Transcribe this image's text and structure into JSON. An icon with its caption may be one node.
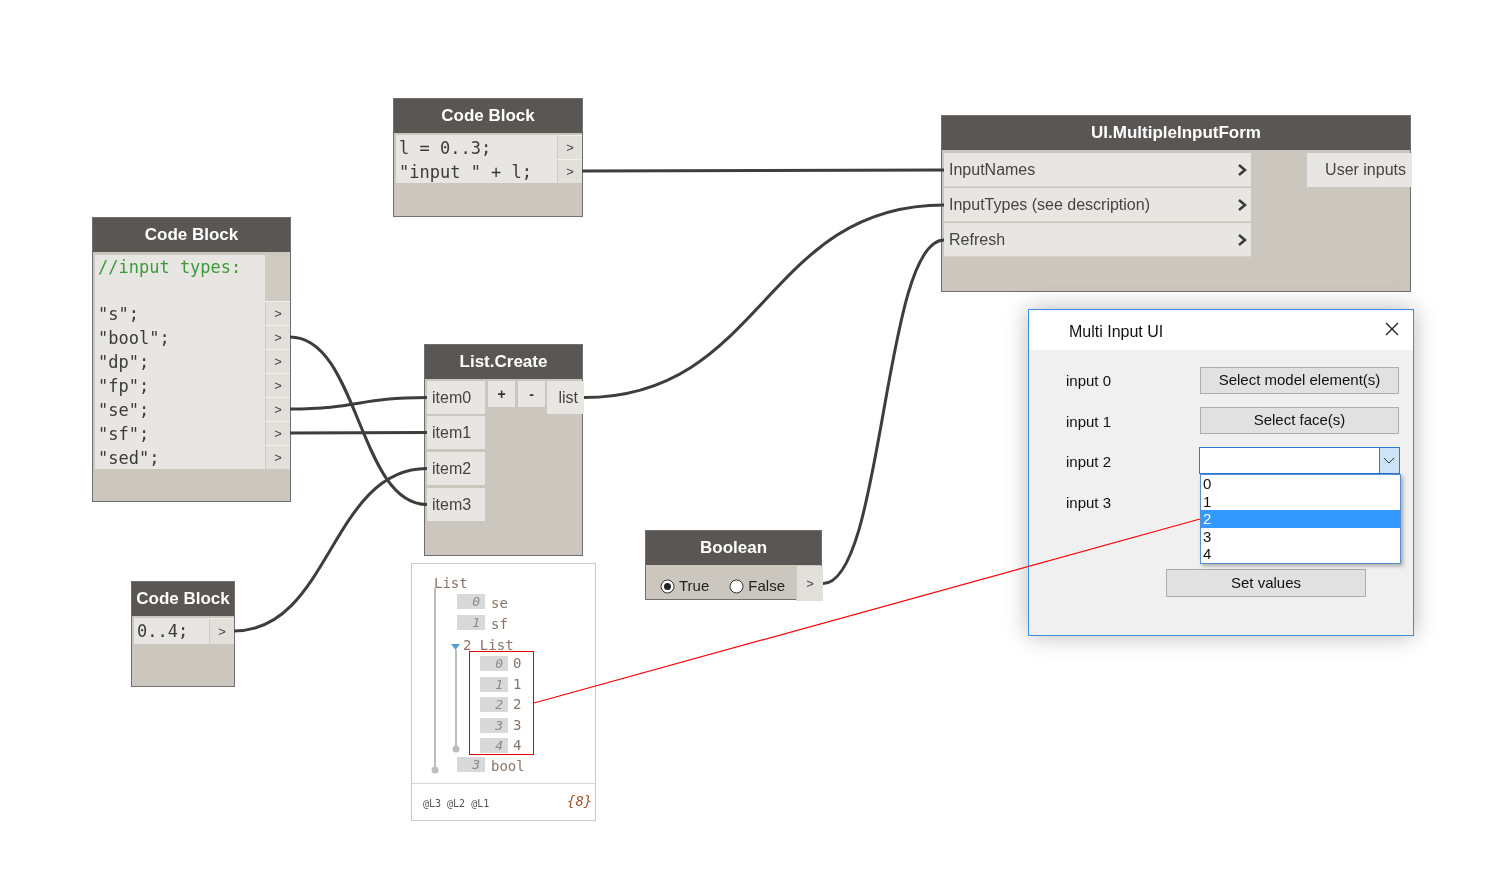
{
  "diagram": {
    "nodes": [
      {
        "text": [
          "Code Block"
        ]
      },
      {
        "text": [
          "l = 0..3;",
          ">"
        ],
        "in": 0
      },
      {
        "text": [
          "\"input \" + l;",
          ">"
        ],
        "in": 0
      },
      {
        "text": [
          "Code Block"
        ]
      },
      {
        "text": [
          "//input types:"
        ],
        "in": 3
      },
      {
        "text": [
          "\"s\";",
          ">"
        ],
        "in": 3
      },
      {
        "text": [
          "\"bool\";",
          ">"
        ],
        "in": 3
      },
      {
        "text": [
          "\"dp\";",
          ">"
        ],
        "in": 3
      },
      {
        "text": [
          "\"fp\";",
          ">"
        ],
        "in": 3
      },
      {
        "text": [
          "\"se\";",
          ">"
        ],
        "in": 3
      },
      {
        "text": [
          "\"sf\";",
          ">"
        ],
        "in": 3
      },
      {
        "text": [
          "\"sed\";",
          ">"
        ],
        "in": 3
      },
      {
        "text": [
          "List.Create"
        ]
      },
      {
        "text": [
          "item0"
        ],
        "in": 12
      },
      {
        "text": [
          "+"
        ],
        "in": 12
      },
      {
        "text": [
          "-"
        ],
        "in": 12
      },
      {
        "text": [
          "list"
        ],
        "in": 12
      },
      {
        "text": [
          "item1"
        ],
        "in": 12
      },
      {
        "text": [
          "item2"
        ],
        "in": 12
      },
      {
        "text": [
          "item3"
        ],
        "in": 12
      },
      {
        "text": [
          "Code Block"
        ]
      },
      {
        "text": [
          "0..4;",
          ">"
        ],
        "in": 20
      },
      {
        "text": [
          "List",
          "0",
          "se",
          "1",
          "sf",
          "2 List",
          "3",
          "bool",
          "@L3 @L2 @L1",
          "{8}"
        ]
      },
      {
        "text": [
          "0",
          "0",
          "1",
          "1",
          "2",
          "2",
          "3",
          "3",
          "4",
          "4"
        ],
        "in": 22
      },
      {
        "text": [
          "Boolean",
          "True",
          "False"
        ]
      },
      {
        "text": [
          ">"
        ],
        "in": 24
      },
      {
        "text": [
          "UI.MultipleInputForm"
        ]
      },
      {
        "text": [
          "InputNames"
        ],
        "in": 26
      },
      {
        "text": [
          "InputTypes (see description)"
        ],
        "in": 26
      },
      {
        "text": [
          "Refresh"
        ],
        "in": 26
      },
      {
        "text": [
          "User inputs"
        ],
        "in": 26
      },
      {
        "text": [
          "Multi Input UI",
          "input 0",
          "Select model element(s)",
          "input 1",
          "Select face(s)",
          "input 2",
          "input 3",
          "Set values"
        ]
      },
      {
        "text": [
          "0",
          "1",
          "2",
          "3",
          "4"
        ],
        "in": 31
      }
    ],
    "edges": [
      {
        "from": 2,
        "to": 27,
        "arrow": "none"
      },
      {
        "from": 6,
        "to": 19,
        "arrow": "none"
      },
      {
        "from": 9,
        "to": 13,
        "arrow": "none"
      },
      {
        "from": 10,
        "to": 17,
        "arrow": "none"
      },
      {
        "from": 21,
        "to": 18,
        "arrow": "none"
      },
      {
        "from": 16,
        "to": 28,
        "arrow": "none"
      },
      {
        "from": 25,
        "to": 29,
        "arrow": "none"
      },
      {
        "from": 23,
        "to": 32,
        "arrow": "none",
        "color": "#ff0000"
      }
    ]
  }
}
